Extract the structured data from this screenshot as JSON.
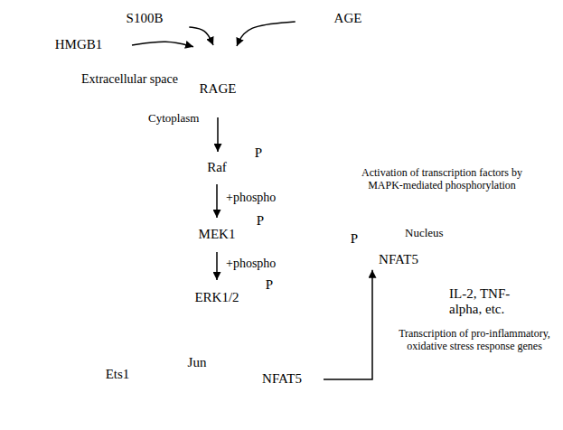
{
  "diagram": {
    "nodes": [
      {
        "text": [
          "S100B"
        ]
      },
      {
        "text": [
          "AGE"
        ]
      },
      {
        "text": [
          "HMGB1"
        ]
      },
      {
        "text": [
          "RAGE"
        ]
      },
      {
        "text": [
          "Cytoplasm"
        ]
      },
      {
        "text": [
          "Raf"
        ],
        "in": 4
      },
      {
        "text": [
          "P"
        ],
        "in": 4
      },
      {
        "text": [
          "MEK1"
        ],
        "in": 4
      },
      {
        "text": [
          "P"
        ],
        "in": 4
      },
      {
        "text": [
          "ERK1/2"
        ],
        "in": 4
      },
      {
        "text": [
          "P"
        ],
        "in": 4
      },
      {
        "text": [
          "Ets1"
        ],
        "in": 4
      },
      {
        "text": [
          "Jun"
        ],
        "in": 4
      },
      {
        "text": [
          "NFAT5"
        ],
        "in": 4
      },
      {
        "text": [
          "Nucleus"
        ],
        "in": 4
      },
      {
        "text": [
          "P"
        ],
        "in": 14
      },
      {
        "text": [
          "NFAT5"
        ],
        "in": 14
      },
      {
        "text": [
          "Activation of transcription factors by MAPK-mediated phosphorylation"
        ],
        "in": 4
      },
      {
        "text": [
          "Transcription of pro-inflammatory, oxidative stress response genes"
        ],
        "in": 4
      }
    ],
    "edges": [
      {
        "from": 2,
        "to": 3,
        "arrow": "to"
      },
      {
        "from": 0,
        "to": 3,
        "arrow": "to"
      },
      {
        "from": 1,
        "to": 3,
        "arrow": "to"
      },
      {
        "from": 3,
        "to": 5,
        "arrow": "to"
      },
      {
        "from": 5,
        "to": 7,
        "arrow": "to"
      },
      {
        "from": 7,
        "to": 9,
        "arrow": "to"
      },
      {
        "from": 13,
        "to": 16,
        "arrow": "to"
      }
    ],
    "labels": [
      "Extracellular space",
      "+phospho",
      "+phospho",
      "IL-2, TNF-alpha, etc."
    ]
  }
}
